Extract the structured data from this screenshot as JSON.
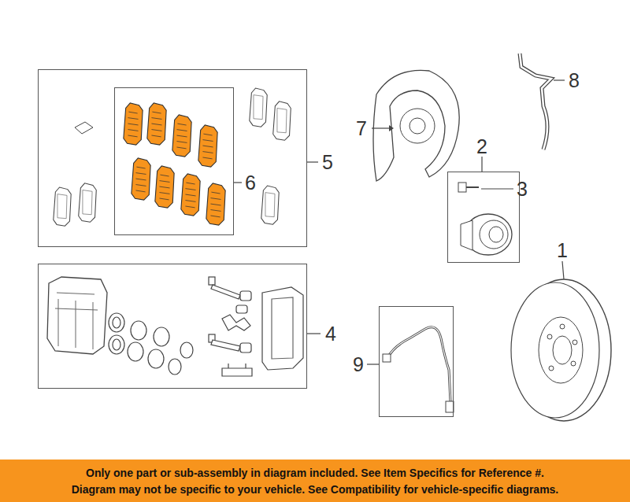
{
  "diagram": {
    "nodes": [
      {
        "text": [
          "5"
        ]
      },
      {
        "text": [
          "6"
        ],
        "in": 0
      },
      {
        "text": [
          "2"
        ]
      },
      {
        "text": [
          "4"
        ]
      },
      {
        "text": [
          "9"
        ]
      }
    ],
    "labels": [
      "7",
      "8",
      "3",
      "1",
      "Only one part or sub-assembly in diagram included. See Item Specifics for Reference #.",
      "Diagram may not be specific to your vehicle. See Compatibility for vehicle-specific diagrams."
    ]
  }
}
